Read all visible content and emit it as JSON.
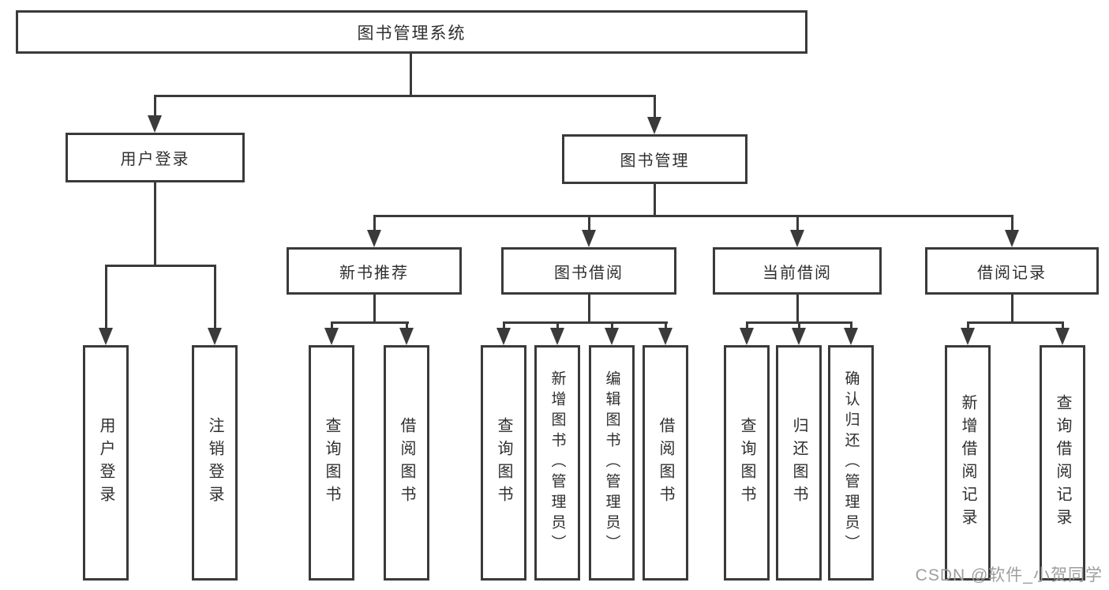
{
  "diagram": {
    "root_label": "图书管理系统",
    "branches": [
      {
        "label": "用户登录",
        "children": [
          {
            "label": "用户登录"
          },
          {
            "label": "注销登录"
          }
        ]
      },
      {
        "label": "图书管理",
        "sections": [
          {
            "label": "新书推荐",
            "children": [
              {
                "label": "查询图书"
              },
              {
                "label": "借阅图书"
              }
            ]
          },
          {
            "label": "图书借阅",
            "children": [
              {
                "label": "查询图书"
              },
              {
                "label": "新增图书（管理员）"
              },
              {
                "label": "编辑图书（管理员）"
              },
              {
                "label": "借阅图书"
              }
            ]
          },
          {
            "label": "当前借阅",
            "children": [
              {
                "label": "查询图书"
              },
              {
                "label": "归还图书"
              },
              {
                "label": "确认归还（管理员）"
              }
            ]
          },
          {
            "label": "借阅记录",
            "children": [
              {
                "label": "新增借阅记录"
              },
              {
                "label": "查询借阅记录"
              }
            ]
          }
        ]
      }
    ],
    "watermark": "CSDN @软件_小贺同学"
  },
  "colors": {
    "line": "#3a3a3a",
    "text": "#2f2f2f",
    "watermark": "#9e9e9e",
    "background": "#ffffff"
  }
}
